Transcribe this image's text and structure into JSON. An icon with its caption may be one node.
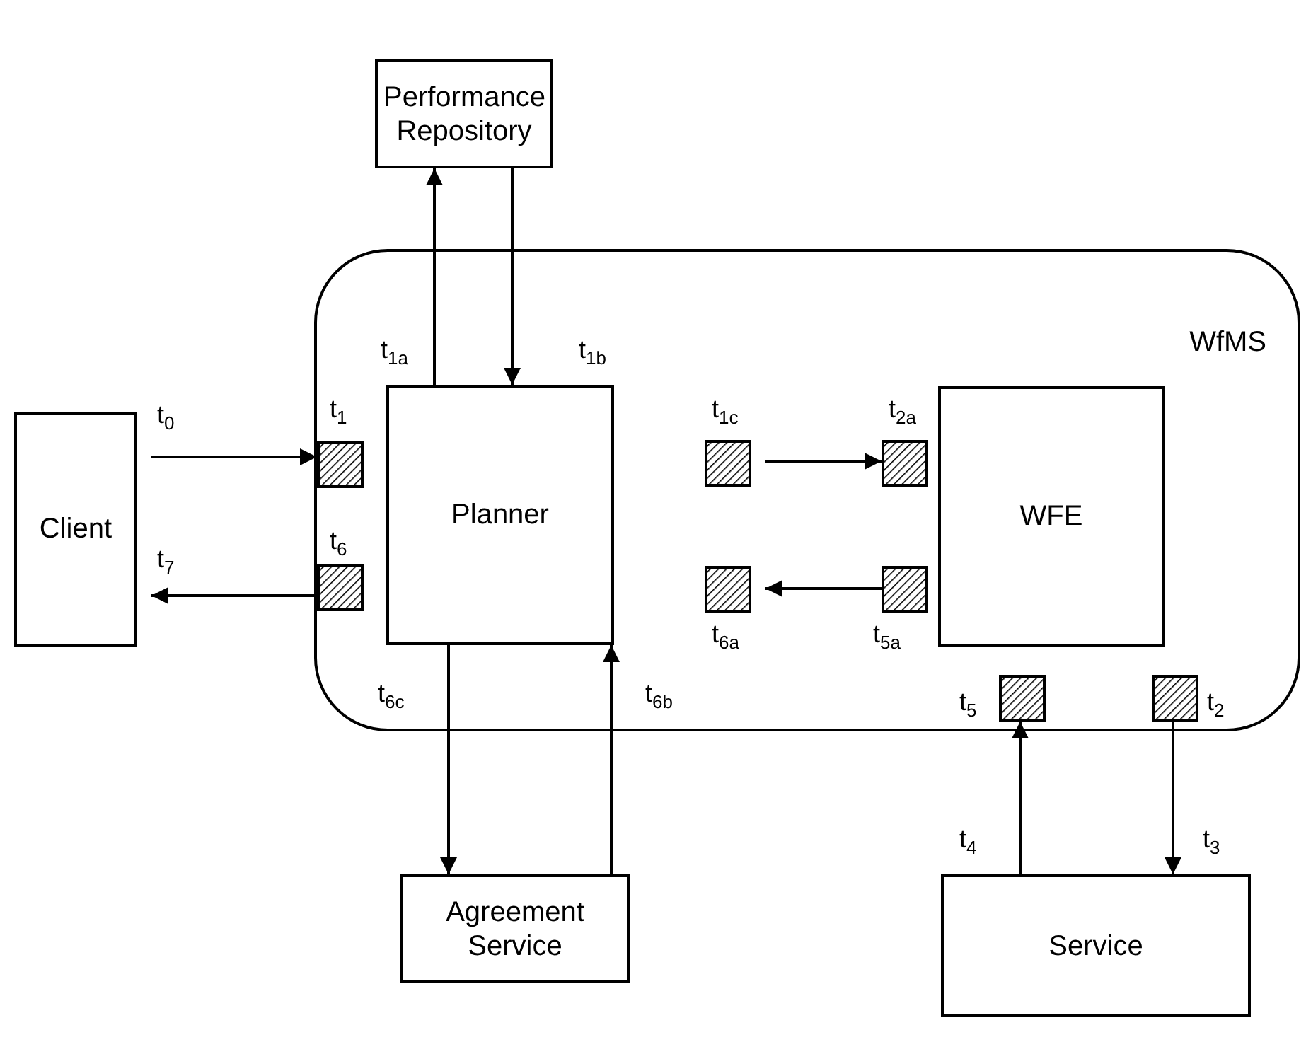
{
  "diagram": {
    "nodes": [
      {
        "text": [
          "Performance Repository"
        ]
      },
      {
        "text": [
          "WfMS"
        ]
      },
      {
        "text": [
          "Client"
        ]
      },
      {
        "text": [],
        "shape": "box",
        "in": 1,
        "beside": [
          "t$_{1}$"
        ]
      },
      {
        "text": [
          "Planner"
        ],
        "in": 1
      },
      {
        "text": [],
        "shape": "box",
        "in": 1,
        "beside": [
          "t$_{1c}$"
        ]
      },
      {
        "text": [],
        "shape": "box",
        "in": 1,
        "beside": [
          "t$_{2a}$"
        ]
      },
      {
        "text": [
          "WFE"
        ],
        "in": 1
      },
      {
        "text": [],
        "shape": "box",
        "in": 1,
        "beside": [
          "t$_{6}$"
        ]
      },
      {
        "text": [],
        "shape": "box",
        "in": 1,
        "beside": [
          "t$_{6a}$"
        ]
      },
      {
        "text": [],
        "shape": "box",
        "in": 1,
        "beside": [
          "t$_{5a}$"
        ]
      },
      {
        "text": [],
        "shape": "box",
        "in": 1,
        "beside": [
          "t$_{5}$"
        ]
      },
      {
        "text": [],
        "shape": "box",
        "in": 1,
        "beside": [
          "t$_{2}$"
        ]
      },
      {
        "text": [
          "Agreement Service"
        ]
      },
      {
        "text": [
          "Service"
        ]
      }
    ],
    "edges": [
      {
        "from": 2,
        "to": 3,
        "arrow": "to",
        "label": "t$_{0}$"
      },
      {
        "from": 8,
        "to": 2,
        "arrow": "to",
        "label": "t$_{7}$"
      },
      {
        "from": 4,
        "to": 0,
        "arrow": "to",
        "label": "t$_{1a}$"
      },
      {
        "from": 0,
        "to": 4,
        "arrow": "to",
        "label": "t$_{1b}$"
      },
      {
        "from": 5,
        "to": 6,
        "arrow": "to"
      },
      {
        "from": 10,
        "to": 9,
        "arrow": "to"
      },
      {
        "from": 4,
        "to": 13,
        "arrow": "to",
        "label": "t$_{6c}$"
      },
      {
        "from": 13,
        "to": 4,
        "arrow": "to",
        "label": "t$_{6b}$"
      },
      {
        "from": 14,
        "to": 11,
        "arrow": "to",
        "label": "t$_{4}$"
      },
      {
        "from": 12,
        "to": 14,
        "arrow": "to",
        "label": "t$_{3}$"
      }
    ]
  }
}
